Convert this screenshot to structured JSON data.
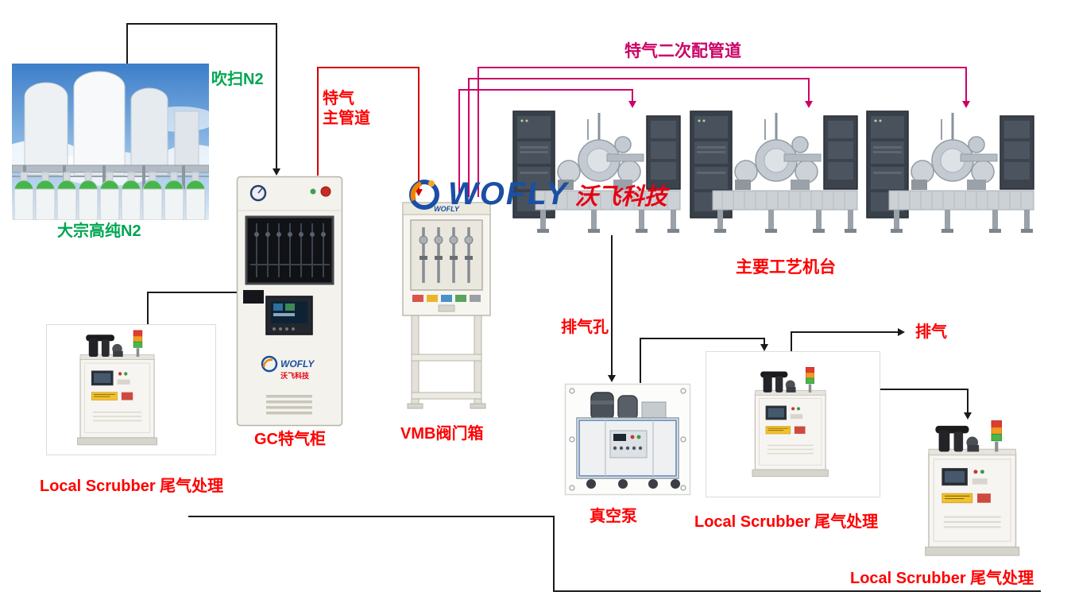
{
  "diagram": {
    "labels": {
      "purge_n2": "吹扫N2",
      "bulk_n2": "大宗高纯N2",
      "main_pipe_line1": "特气",
      "main_pipe_line2": "主管道",
      "secondary_pipe": "特气二次配管道",
      "gc_cabinet": "GC特气柜",
      "vmb_box": "VMB阀门箱",
      "process_tools": "主要工艺机台",
      "exhaust_port": "排气孔",
      "exhaust": "排气",
      "vacuum_pump": "真空泵",
      "scrubber_left": "Local Scrubber 尾气处理",
      "scrubber_mid": "Local Scrubber 尾气处理",
      "scrubber_right": "Local Scrubber 尾气处理"
    },
    "logo": {
      "name": "WOFLY",
      "name_cn": "沃飞科技"
    },
    "equipment": {
      "gc_logo": "WOFLY",
      "gc_logo_cn": "沃飞科技",
      "vmb_header": "WOFLY"
    },
    "colors": {
      "green": "#00a651",
      "red": "#fe0000",
      "magenta": "#cc0066",
      "pipe_red": "#d10000",
      "line": "#1a1a1a",
      "brand_blue": "#1b4fa5",
      "brand_red": "#e60012",
      "brand_orange": "#f08300"
    }
  }
}
